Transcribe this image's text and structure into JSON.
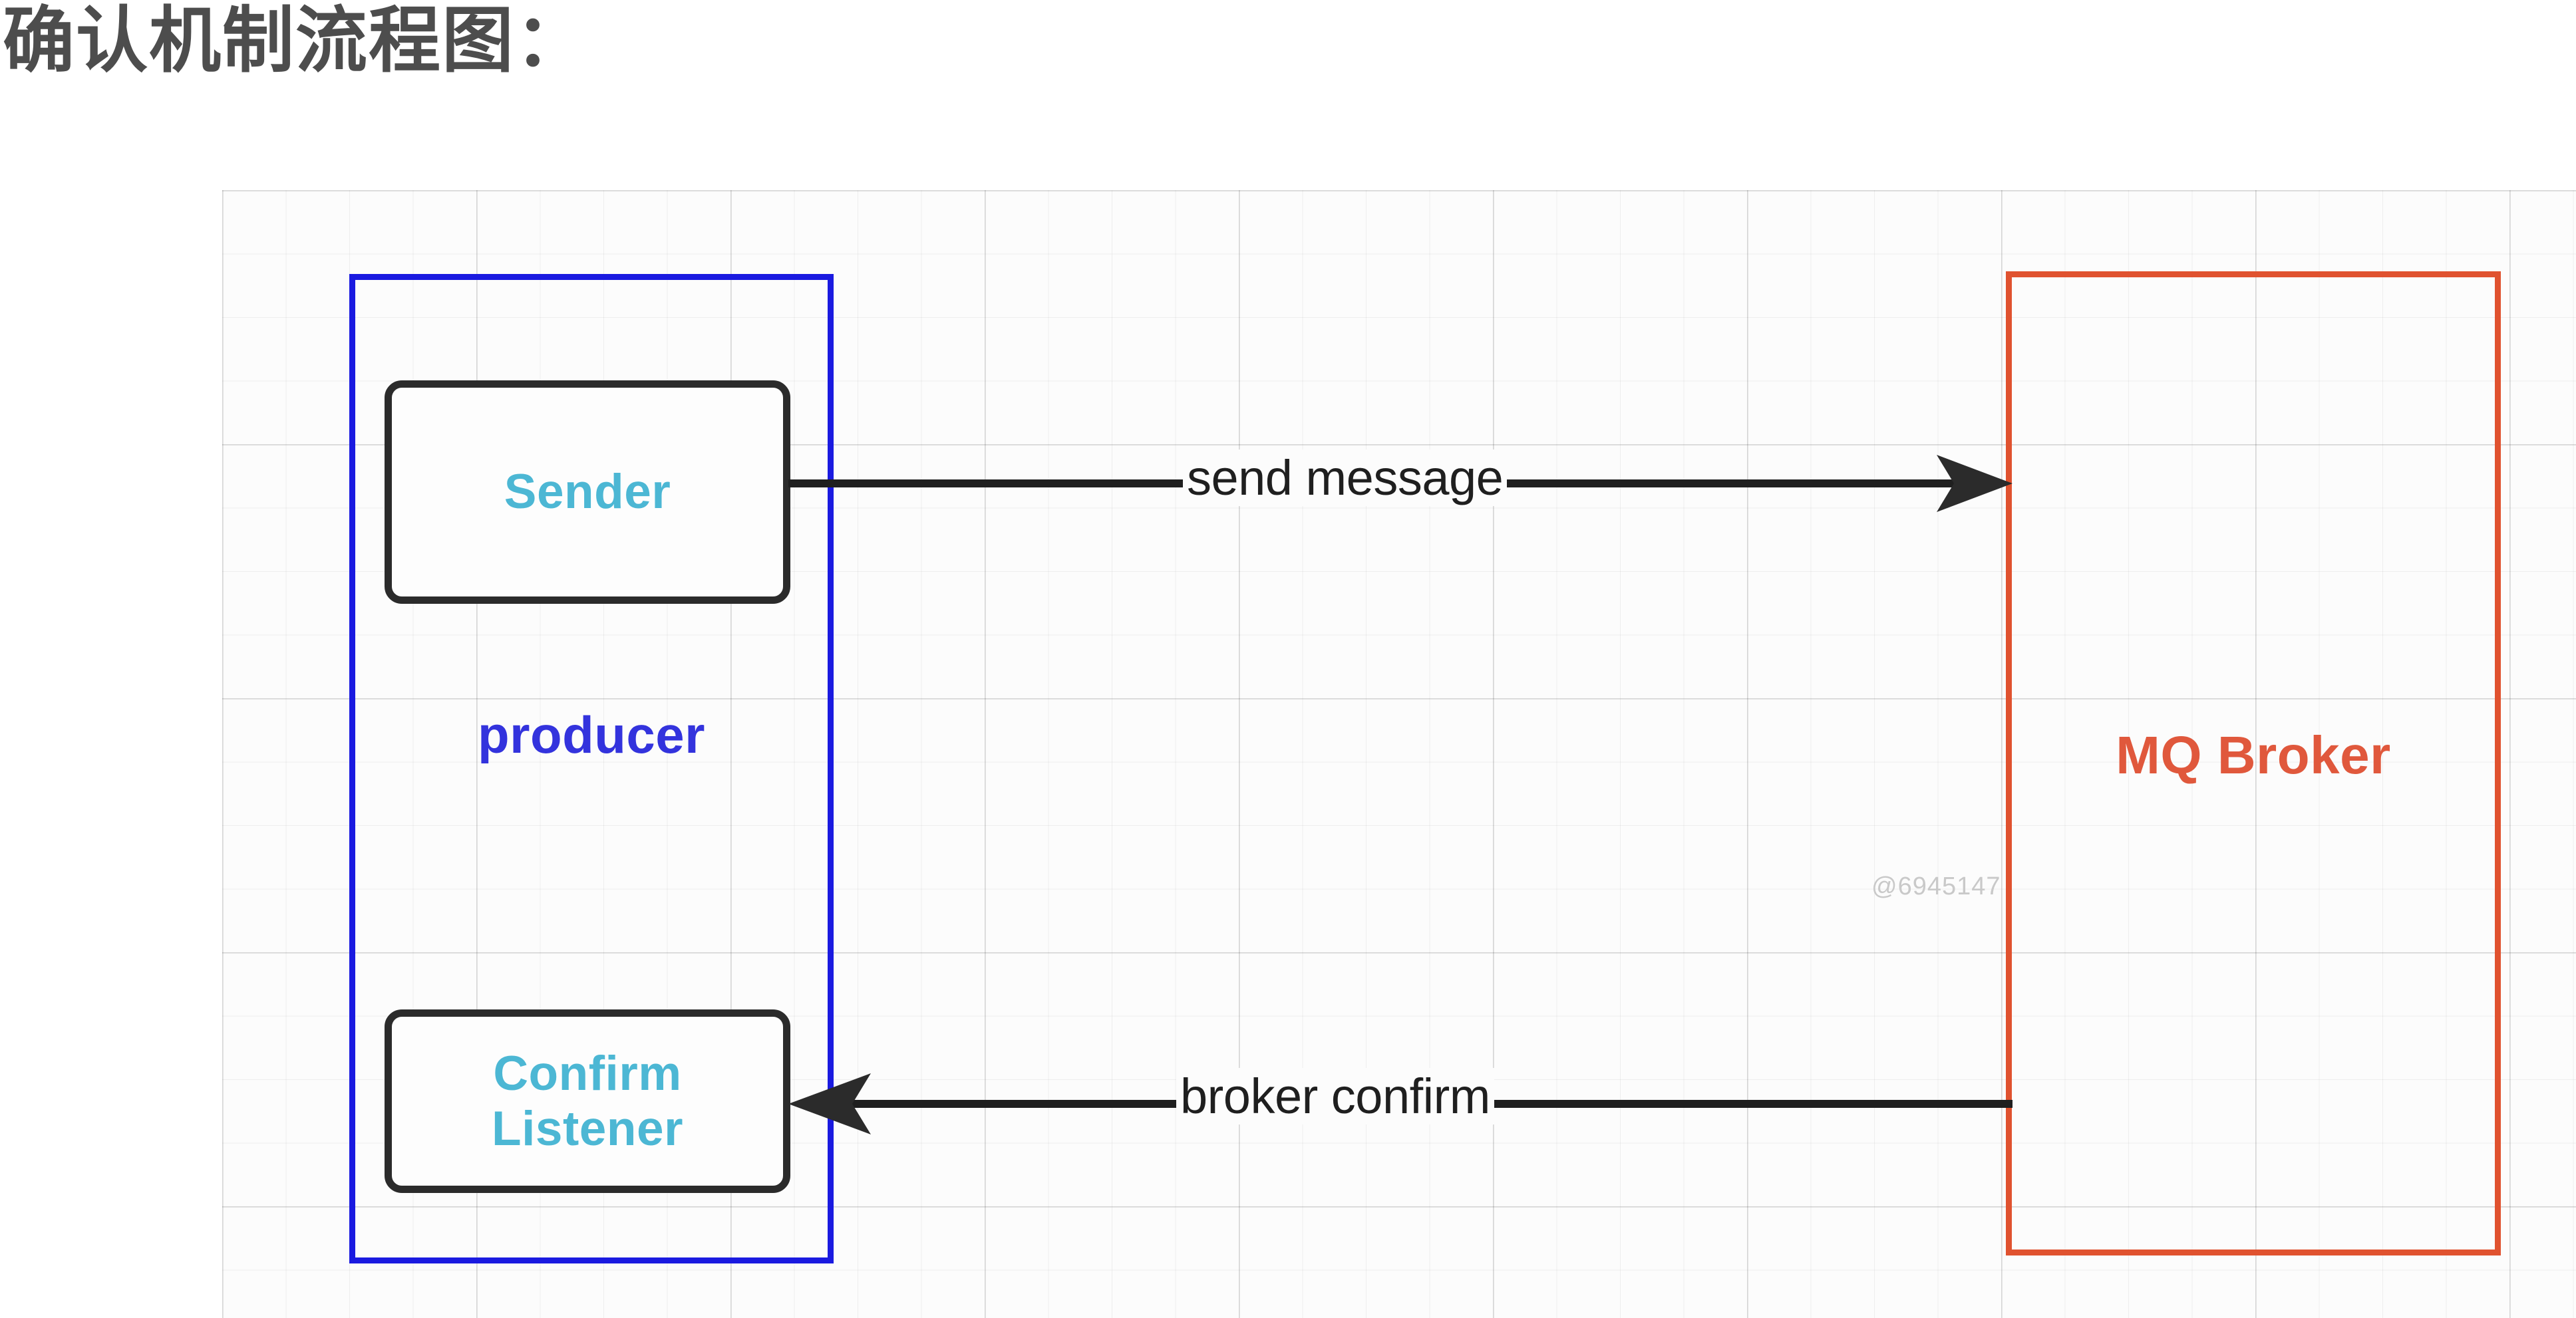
{
  "page": {
    "title": "确认机制流程图：",
    "background": "#ffffff"
  },
  "diagram": {
    "producer": {
      "label": "producer",
      "border_color": "#1a1ae0",
      "label_color": "#3333dd",
      "children": [
        {
          "label": "Sender",
          "text_color": "#4cb7d4",
          "border_color": "#2b2b2b"
        },
        {
          "label": "Confirm\nListener",
          "line1": "Confirm",
          "line2": "Listener",
          "text_color": "#4cb7d4",
          "border_color": "#2b2b2b"
        }
      ]
    },
    "broker": {
      "label": "MQ Broker",
      "border_color": "#e0522f",
      "label_color": "#e0583c"
    },
    "edges": [
      {
        "name": "send-message",
        "label": "send message",
        "from": "Sender",
        "to": "MQ Broker",
        "direction": "right",
        "color": "#1f1f1f"
      },
      {
        "name": "broker-confirm",
        "label": "broker confirm",
        "from": "MQ Broker",
        "to": "Confirm Listener",
        "direction": "left",
        "color": "#1f1f1f"
      }
    ]
  },
  "watermark": {
    "text": "@6945147",
    "color": "#c9c9c9"
  }
}
